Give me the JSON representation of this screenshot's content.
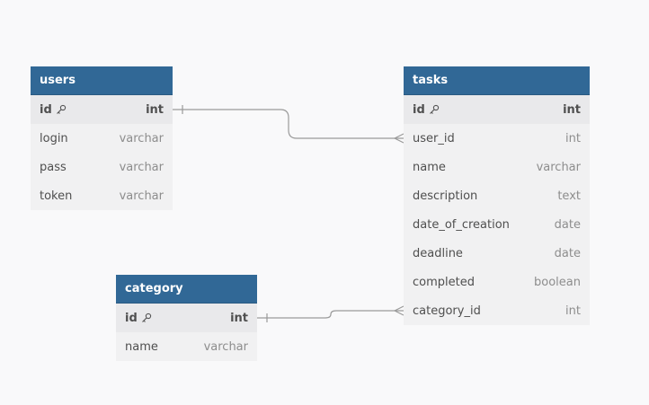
{
  "tables": {
    "users": {
      "name": "users",
      "columns": [
        {
          "name": "id",
          "type": "int",
          "pk": true
        },
        {
          "name": "login",
          "type": "varchar"
        },
        {
          "name": "pass",
          "type": "varchar"
        },
        {
          "name": "token",
          "type": "varchar"
        }
      ]
    },
    "tasks": {
      "name": "tasks",
      "columns": [
        {
          "name": "id",
          "type": "int",
          "pk": true
        },
        {
          "name": "user_id",
          "type": "int"
        },
        {
          "name": "name",
          "type": "varchar"
        },
        {
          "name": "description",
          "type": "text"
        },
        {
          "name": "date_of_creation",
          "type": "date"
        },
        {
          "name": "deadline",
          "type": "date"
        },
        {
          "name": "completed",
          "type": "boolean"
        },
        {
          "name": "category_id",
          "type": "int"
        }
      ]
    },
    "category": {
      "name": "category",
      "columns": [
        {
          "name": "id",
          "type": "int",
          "pk": true
        },
        {
          "name": "name",
          "type": "varchar"
        }
      ]
    }
  },
  "relations": [
    {
      "from": "users.id",
      "to": "tasks.user_id",
      "from_end": "one",
      "to_end": "many"
    },
    {
      "from": "category.id",
      "to": "tasks.category_id",
      "from_end": "one",
      "to_end": "many"
    }
  ],
  "colors": {
    "header": "#316896",
    "header_text": "#ffffff",
    "body": "#f1f1f2",
    "pk_row": "#e9e9eb",
    "connector": "#9a9a9a",
    "background": "#f9f9fa"
  }
}
